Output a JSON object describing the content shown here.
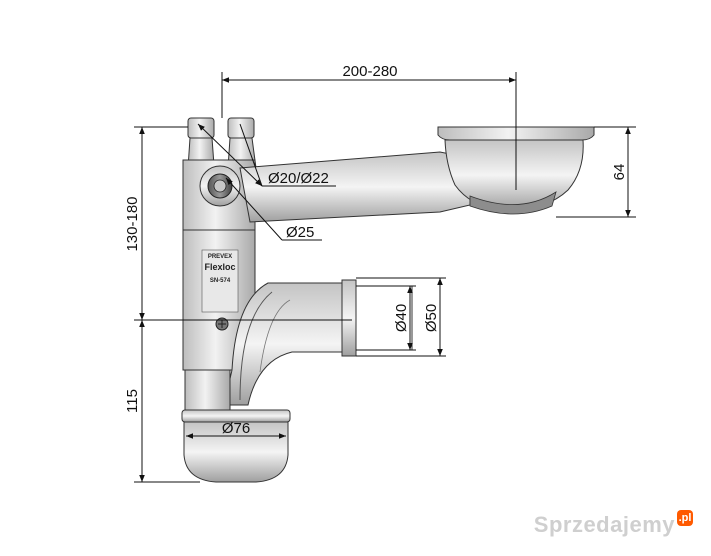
{
  "dimensions": {
    "reach": "200-280",
    "bowl_depth": "64",
    "outlet_height": "130-180",
    "trap_height": "115",
    "inlet_diameters": "Ø20/Ø22",
    "side_inlet": "Ø25",
    "outlet_inner": "Ø40",
    "outlet_outer": "Ø50",
    "bottom_cup": "Ø76"
  },
  "body_label": {
    "brand": "PREVEX",
    "model": "Flexloc",
    "code": "SN-574"
  },
  "watermark": {
    "text": "Sprzedajemy",
    "badge": ".pl"
  }
}
